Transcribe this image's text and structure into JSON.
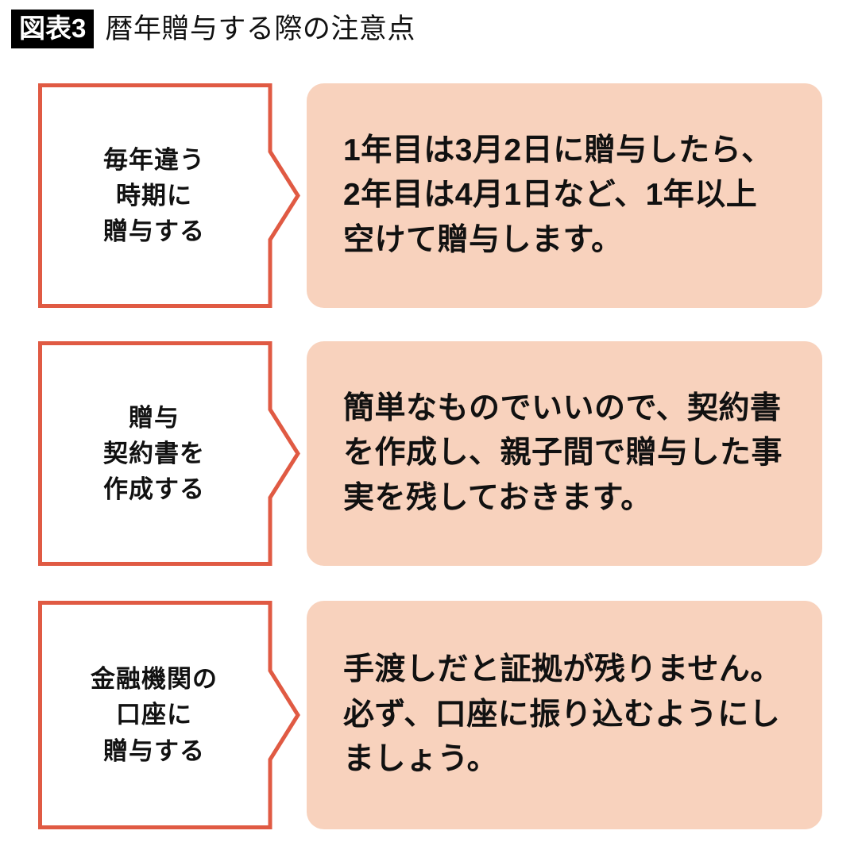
{
  "header": {
    "badge": "図表3",
    "title": "暦年贈与する際の注意点"
  },
  "colors": {
    "border_orange": "#E05A43",
    "panel_peach": "#F8D2BD",
    "badge_bg": "#000000",
    "text": "#111111",
    "background": "#FFFFFF"
  },
  "rows": [
    {
      "label_lines": [
        "毎年違う",
        "時期に",
        "贈与する"
      ],
      "description_lines": [
        "1年目は3月2日に贈与したら、",
        "2年目は4月1日など、1年以上",
        "空けて贈与します。"
      ],
      "description": "1年目は3月2日に贈与したら、2年目は4月1日など、1年以上空けて贈与します。"
    },
    {
      "label_lines": [
        "贈与",
        "契約書を",
        "作成する"
      ],
      "description_lines": [
        "簡単なものでいいので、契約書",
        "を作成し、親子間で贈与した事",
        "実を残しておきます。"
      ],
      "description": "簡単なものでいいので、契約書を作成し、親子間で贈与した事実を残しておきます。"
    },
    {
      "label_lines": [
        "金融機関の",
        "口座に",
        "贈与する"
      ],
      "description_lines": [
        "手渡しだと証拠が残りません。",
        "必ず、口座に振り込むようにし",
        "ましょう。"
      ],
      "description": "手渡しだと証拠が残りません。必ず、口座に振り込むようにしましょう。"
    }
  ]
}
